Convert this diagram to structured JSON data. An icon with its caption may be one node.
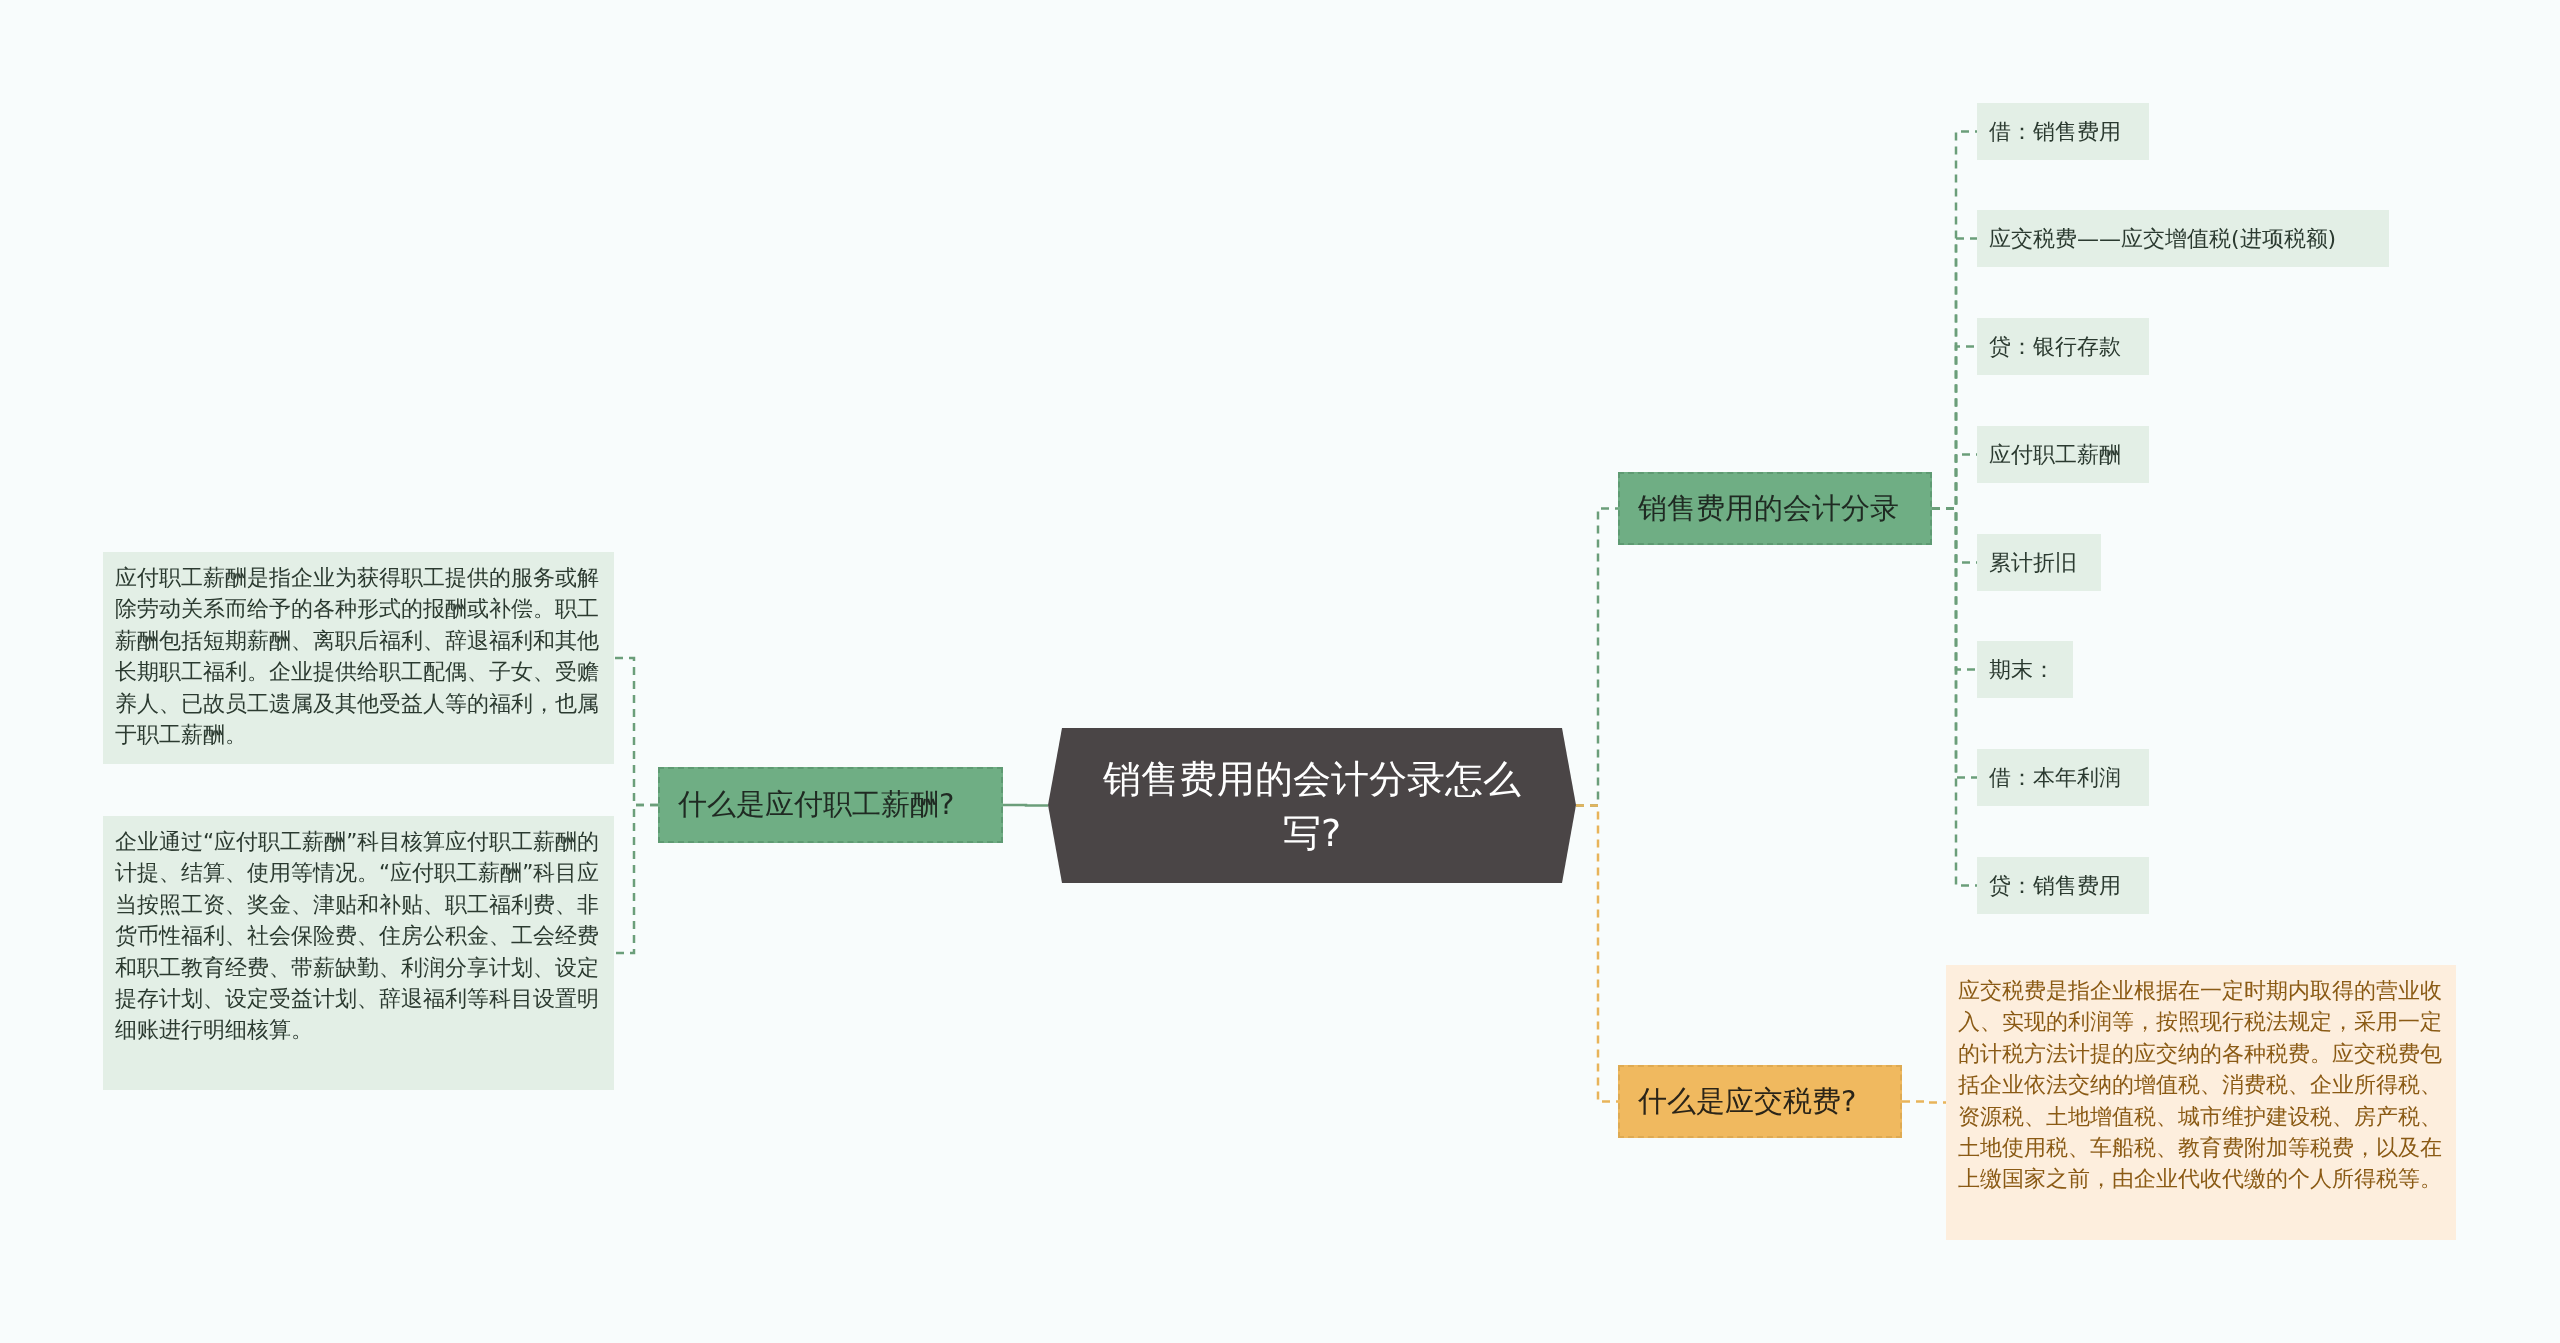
{
  "diagram": {
    "nodes": [
      {
        "text": [
          "销售费用的会计分录怎么写?"
        ]
      },
      {
        "text": [
          "什么是应付职工薪酬?"
        ]
      },
      {
        "text": [
          "应付职工薪酬是指企业为获得职工提供的服务或解除劳动关系而给予的各种形式的报酬或补偿。职工薪酬包括短期薪酬、离职后福利、辞退福利和其他长期职工福利。企业提供给职工配偶、子女、受赡养人、已故员工遗属及其他受益人等的福利，也属于职工薪酬。"
        ]
      },
      {
        "text": [
          "企业通过“应付职工薪酬”科目核算应付职工薪酬的计提、结算、使用等情况。“应付职工薪酬”科目应当按照工资、奖金、津贴和补贴、职工福利费、非货币性福利、社会保险费、住房公积金、工会经费和职工教育经费、带薪缺勤、利润分享计划、设定提存计划、设定受益计划、辞退福利等科目设置明细账进行明细核算。"
        ]
      },
      {
        "text": [
          "销售费用的会计分录"
        ]
      },
      {
        "text": [
          "借：销售费用"
        ]
      },
      {
        "text": [
          "应交税费——应交增值税(进项税额)"
        ]
      },
      {
        "text": [
          "贷：银行存款"
        ]
      },
      {
        "text": [
          "应付职工薪酬"
        ]
      },
      {
        "text": [
          "累计折旧"
        ]
      },
      {
        "text": [
          "期末："
        ]
      },
      {
        "text": [
          "借：本年利润"
        ]
      },
      {
        "text": [
          "贷：销售费用"
        ]
      },
      {
        "text": [
          "什么是应交税费?"
        ]
      },
      {
        "text": [
          "应交税费是指企业根据在一定时期内取得的营业收入、实现的利润等，按照现行税法规定，采用一定的计税方法计提的应交纳的各种税费。应交税费包括企业依法交纳的增值税、消费税、企业所得税、资源税、土地增值税、城市维护建设税、房产税、土地使用税、车船税、教育费附加等税费，以及在上缴国家之前，由企业代收代缴的个人所得税等。"
        ]
      }
    ],
    "edges": [
      {
        "from": 0,
        "to": 1,
        "arrow": "none"
      },
      {
        "from": 1,
        "to": 2,
        "arrow": "none",
        "style": "dashed"
      },
      {
        "from": 1,
        "to": 3,
        "arrow": "none",
        "style": "dashed"
      },
      {
        "from": 0,
        "to": 4,
        "arrow": "none",
        "style": "dashed"
      },
      {
        "from": 4,
        "to": 5,
        "arrow": "none",
        "style": "dashed"
      },
      {
        "from": 4,
        "to": 6,
        "arrow": "none",
        "style": "dashed"
      },
      {
        "from": 4,
        "to": 7,
        "arrow": "none",
        "style": "dashed"
      },
      {
        "from": 4,
        "to": 8,
        "arrow": "none",
        "style": "dashed"
      },
      {
        "from": 4,
        "to": 9,
        "arrow": "none",
        "style": "dashed"
      },
      {
        "from": 4,
        "to": 10,
        "arrow": "none",
        "style": "dashed"
      },
      {
        "from": 4,
        "to": 11,
        "arrow": "none",
        "style": "dashed"
      },
      {
        "from": 4,
        "to": 12,
        "arrow": "none",
        "style": "dashed"
      },
      {
        "from": 0,
        "to": 13,
        "arrow": "none",
        "style": "dashed",
        "color": "#e8b45a"
      },
      {
        "from": 13,
        "to": 14,
        "arrow": "none",
        "style": "dashed",
        "color": "#e8b45a"
      }
    ]
  }
}
